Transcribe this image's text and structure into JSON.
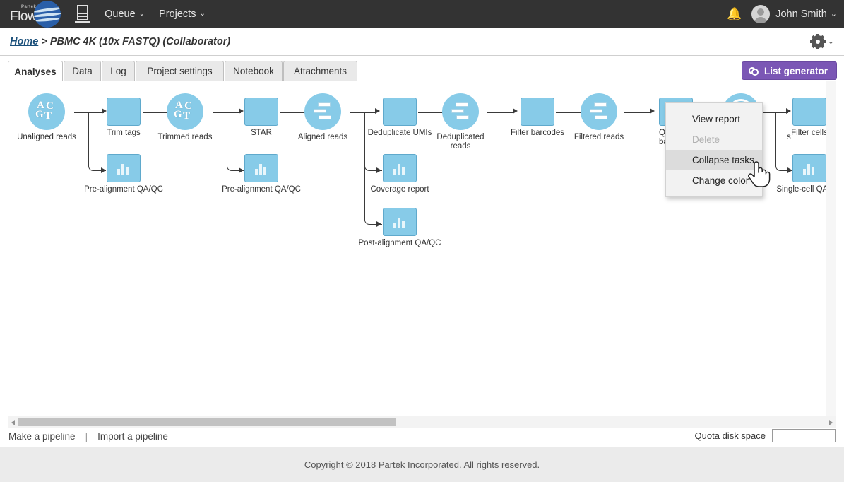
{
  "topnav": {
    "logo_partek": "Partek",
    "logo_flow": "Flow",
    "server_icon": "server-icon",
    "menus": [
      {
        "label": "Queue",
        "caret": "⌄"
      },
      {
        "label": "Projects",
        "caret": "⌄"
      }
    ],
    "bell_icon": "🔔",
    "username": "John Smith",
    "user_caret": "⌄"
  },
  "breadcrumb": {
    "home": "Home",
    "separator": " > ",
    "project": "PBMC 4K (10x FASTQ) (Collaborator)",
    "gear_caret": "⌄"
  },
  "tabs": [
    {
      "label": "Analyses",
      "active": true
    },
    {
      "label": "Data",
      "active": false
    },
    {
      "label": "Log",
      "active": false
    },
    {
      "label": "Project settings",
      "active": false
    },
    {
      "label": "Notebook",
      "active": false
    },
    {
      "label": "Attachments",
      "active": false
    }
  ],
  "list_generator": {
    "label": "List generator",
    "color": "#7b57b5"
  },
  "pipeline": {
    "node_color": "#87cbe8",
    "nodes": [
      {
        "id": "unaligned-reads",
        "label": "Unaligned reads",
        "shape": "circle",
        "icon": "acgt-icon"
      },
      {
        "id": "trim-tags",
        "label": "Trim tags",
        "shape": "rect",
        "icon": "task-icon"
      },
      {
        "id": "pre-alignment-qaqc-1",
        "label": "Pre-alignment QA/QC",
        "shape": "rect",
        "icon": "bar-chart-icon"
      },
      {
        "id": "trimmed-reads",
        "label": "Trimmed reads",
        "shape": "circle",
        "icon": "acgt-icon"
      },
      {
        "id": "star",
        "label": "STAR",
        "shape": "rect",
        "icon": "task-icon"
      },
      {
        "id": "pre-alignment-qaqc-2",
        "label": "Pre-alignment QA/QC",
        "shape": "rect",
        "icon": "bar-chart-icon"
      },
      {
        "id": "aligned-reads",
        "label": "Aligned reads",
        "shape": "circle",
        "icon": "aligned-reads-icon"
      },
      {
        "id": "deduplicate-umis",
        "label": "Deduplicate UMIs",
        "shape": "rect",
        "icon": "task-icon"
      },
      {
        "id": "coverage-report",
        "label": "Coverage report",
        "shape": "rect",
        "icon": "bar-chart-icon"
      },
      {
        "id": "post-alignment-qaqc",
        "label": "Post-alignment QA/QC",
        "shape": "rect",
        "icon": "bar-chart-icon"
      },
      {
        "id": "deduplicated-reads",
        "label": "Deduplicated reads",
        "shape": "circle",
        "icon": "aligned-reads-icon"
      },
      {
        "id": "filter-barcodes",
        "label": "Filter barcodes",
        "shape": "rect",
        "icon": "task-icon"
      },
      {
        "id": "filtered-reads",
        "label": "Filtered reads",
        "shape": "circle",
        "icon": "aligned-reads-icon"
      },
      {
        "id": "quantify-barcodes",
        "label": "Quantify barcodes",
        "label_line1": "Qua",
        "label_line2": "barc",
        "shape": "rect",
        "icon": "task-icon"
      },
      {
        "id": "single-cell-counts",
        "label": "Single cell counts",
        "label_visible_fragment": "s",
        "shape": "circle",
        "icon": "single-cell-icon"
      },
      {
        "id": "filter-cells",
        "label": "Filter cells",
        "shape": "rect",
        "icon": "task-icon"
      },
      {
        "id": "single-cell-qaqc",
        "label": "Single-cell QA/QC",
        "shape": "rect",
        "icon": "bar-chart-icon"
      }
    ]
  },
  "context_menu": {
    "items": [
      {
        "label": "View report",
        "state": "normal"
      },
      {
        "label": "Delete",
        "state": "disabled"
      },
      {
        "label": "Collapse tasks",
        "state": "hover"
      },
      {
        "label": "Change color",
        "state": "normal"
      }
    ]
  },
  "bottom": {
    "make_pipeline": "Make a pipeline",
    "separator": "|",
    "import_pipeline": "Import a pipeline",
    "quota_label": "Quota disk space",
    "quota_value": ""
  },
  "footer": {
    "copyright": "Copyright © 2018 Partek Incorporated. All rights reserved."
  }
}
